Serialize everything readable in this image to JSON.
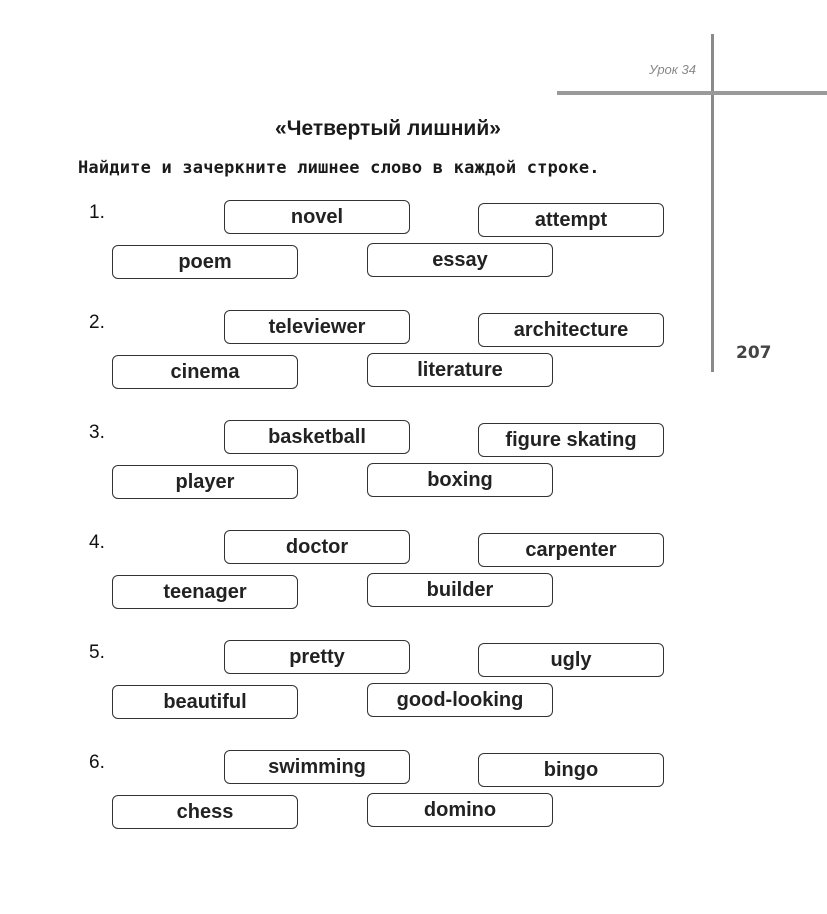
{
  "header": {
    "lesson": "Урок 34",
    "page_number": "207"
  },
  "title": "«Четвертый лишний»",
  "instruction": "Найдите и зачеркните лишнее слово в каждой строке.",
  "rows": [
    {
      "number": "1.",
      "words": [
        "novel",
        "attempt",
        "poem",
        "essay"
      ]
    },
    {
      "number": "2.",
      "words": [
        "televiewer",
        "architecture",
        "cinema",
        "literature"
      ]
    },
    {
      "number": "3.",
      "words": [
        "basketball",
        "figure skating",
        "player",
        "boxing"
      ]
    },
    {
      "number": "4.",
      "words": [
        "doctor",
        "carpenter",
        "teenager",
        "builder"
      ]
    },
    {
      "number": "5.",
      "words": [
        "pretty",
        "ugly",
        "beautiful",
        "good-looking"
      ]
    },
    {
      "number": "6.",
      "words": [
        "swimming",
        "bingo",
        "chess",
        "domino"
      ]
    }
  ]
}
